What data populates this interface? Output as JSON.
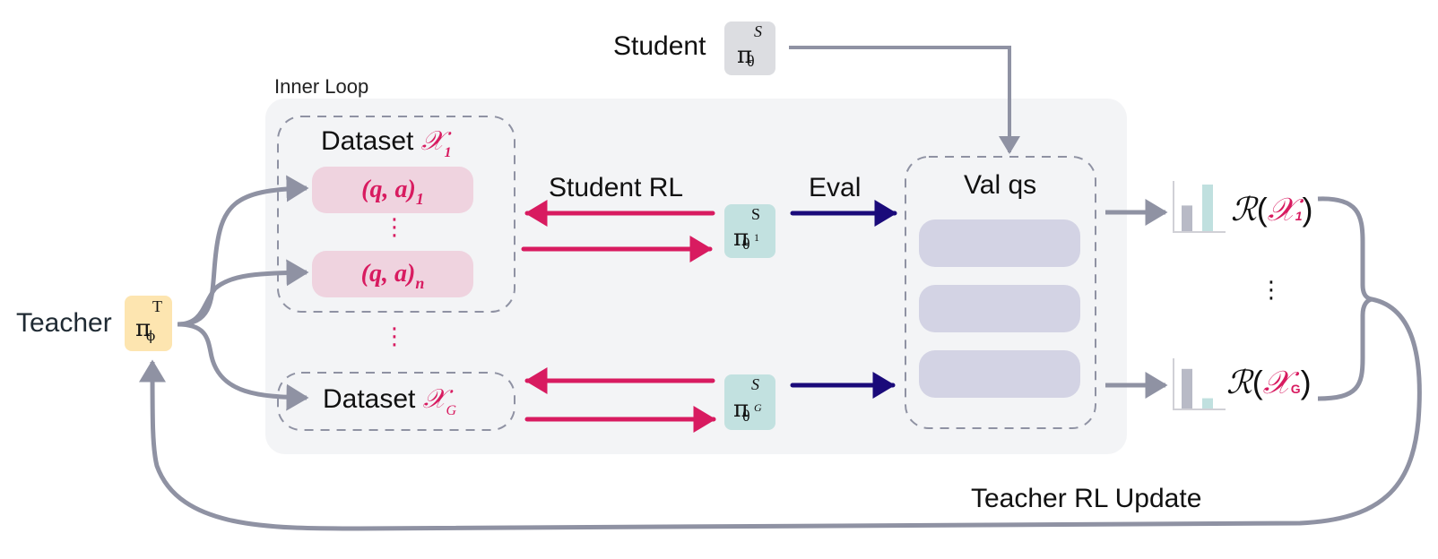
{
  "title": "Teacher-Student RL meta-learning loop",
  "colors": {
    "arrow_gray": "#8f92a3",
    "student_rl_pink": "#d81b60",
    "eval_navy": "#1a0a7a",
    "teacher_box": "#fde5b0",
    "student_box": "#dcdde1",
    "student_iter_box": "#c2e1e0",
    "pair_pill": "#efd3df",
    "val_pill": "#d3d3e4",
    "inner_loop_bg": "#f3f4f6",
    "bar_gray": "#b8bac6",
    "bar_teal": "#c0e0df"
  },
  "teacher": {
    "label": "Teacher",
    "symbol": "π",
    "superscript": "T",
    "subscript": "ϕ"
  },
  "student": {
    "label": "Student",
    "symbol": "π",
    "superscript": "S",
    "subscript": "θ"
  },
  "inner_loop": {
    "label": "Inner Loop",
    "datasets": [
      {
        "label": "Dataset",
        "symbol": "𝒳",
        "subscript": "1",
        "pairs": [
          {
            "text": "(q, a)",
            "subscript": "1"
          },
          {
            "text": "(q, a)",
            "subscript": "n"
          }
        ],
        "ellipsis": "⋮"
      },
      {
        "label": "Dataset",
        "symbol": "𝒳",
        "subscript": "G"
      }
    ],
    "between_datasets_ellipsis": "⋮",
    "student_rl_label": "Student RL",
    "eval_label": "Eval",
    "student_iterates": [
      {
        "symbol": "π",
        "superscript": "S",
        "subscript": "θ",
        "sub_superscript": "1"
      },
      {
        "symbol": "π",
        "superscript": "S",
        "subscript": "θ",
        "sub_superscript": "G"
      }
    ],
    "validation": {
      "label": "Val qs",
      "item_count": 3
    }
  },
  "rewards": [
    {
      "symbol": "ℛ",
      "open": "(",
      "set_symbol": "𝒳",
      "subscript": "1",
      "close": ")",
      "bars": [
        0.55,
        1.0
      ]
    },
    {
      "symbol": "ℛ",
      "open": "(",
      "set_symbol": "𝒳",
      "subscript": "G",
      "close": ")",
      "bars": [
        0.85,
        0.22
      ]
    }
  ],
  "rewards_ellipsis": "⋮",
  "teacher_update_label": "Teacher RL Update"
}
